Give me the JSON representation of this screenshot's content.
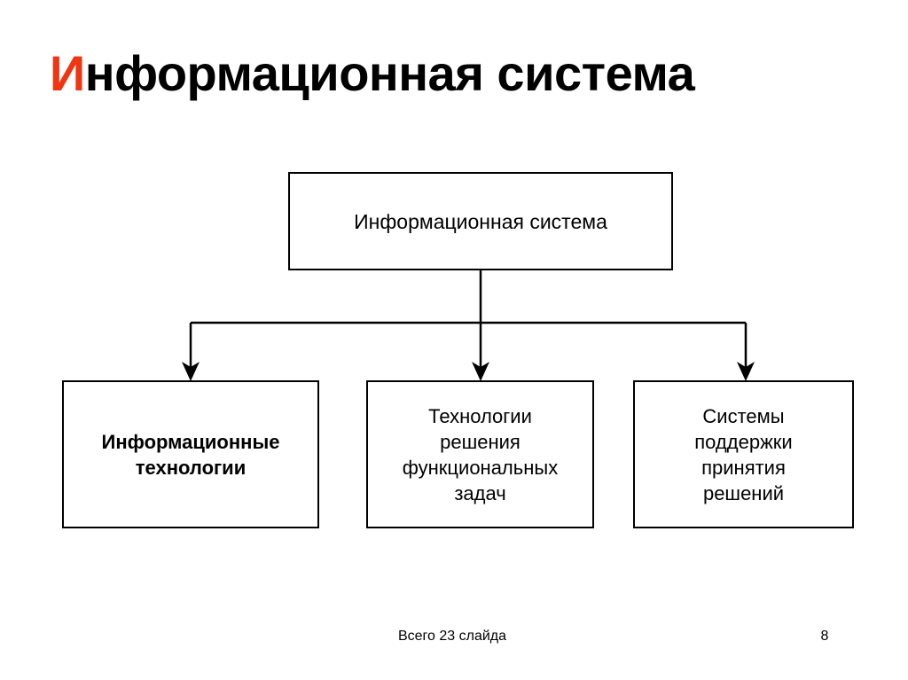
{
  "slide": {
    "background": "#ffffff",
    "title": {
      "accent_letter": "И",
      "accent_color": "#F03512",
      "rest": "нформационная система",
      "full": "Информационная система"
    }
  },
  "diagram": {
    "type": "hierarchy",
    "line_color": "#000000",
    "nodes": [
      {
        "id": "root",
        "label": "Информационная система",
        "bold": false
      },
      {
        "id": "it",
        "label": "Информационные\nтехнологии",
        "bold": true
      },
      {
        "id": "tech",
        "label": "Технологии\nрешения\nфункциональных\nзадач",
        "bold": false
      },
      {
        "id": "dss",
        "label": "Системы\nподдержки\nпринятия\nрешений",
        "bold": false
      }
    ],
    "edges": [
      {
        "from": "root",
        "to": "it",
        "arrow": true
      },
      {
        "from": "root",
        "to": "tech",
        "arrow": true
      },
      {
        "from": "root",
        "to": "dss",
        "arrow": true
      }
    ]
  },
  "footer": {
    "total_slides_text": "Всего 23 слайда",
    "page_number": "8"
  }
}
